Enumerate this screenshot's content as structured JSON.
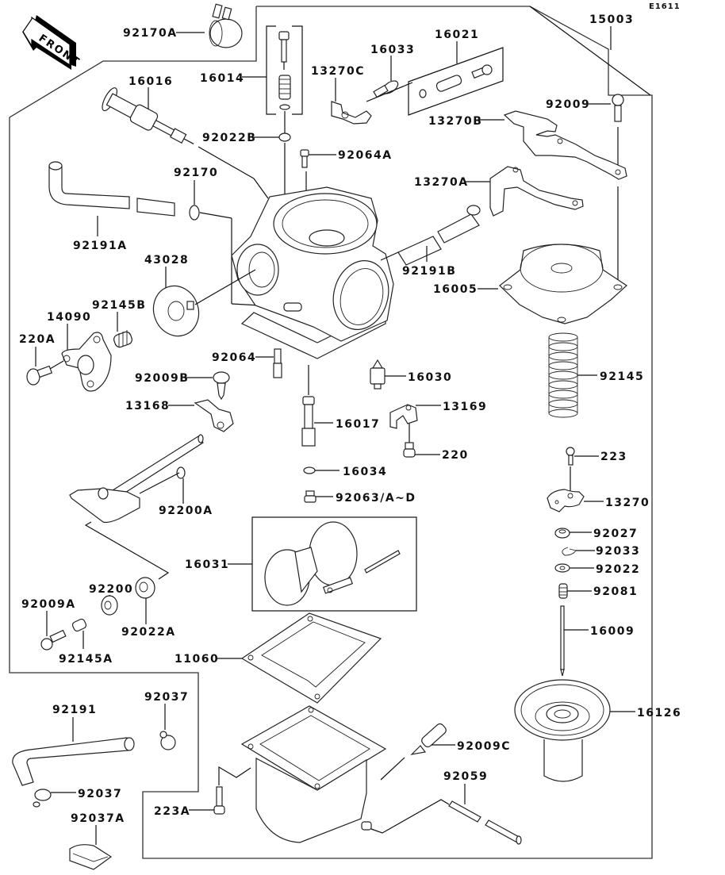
{
  "diagram": {
    "title_code": "E1611",
    "front_indicator": "FRONT",
    "assembly_label": "15003"
  },
  "labels": {
    "p92170A": "92170A",
    "p16014": "16014",
    "p16016": "16016",
    "p92022B": "92022B",
    "p13270C": "13270C",
    "p16033": "16033",
    "p16021": "16021",
    "p15003": "15003",
    "p92009": "92009",
    "p13270B": "13270B",
    "p92064A": "92064A",
    "p92170": "92170",
    "p13270A": "13270A",
    "p92191A": "92191A",
    "p43028": "43028",
    "p92191B": "92191B",
    "p16005": "16005",
    "p92145B": "92145B",
    "p14090": "14090",
    "p220A": "220A",
    "p92064": "92064",
    "p16030": "16030",
    "p92145": "92145",
    "p92009B": "92009B",
    "p13168": "13168",
    "p16017": "16017",
    "p13169": "13169",
    "p220": "220",
    "p223": "223",
    "p16034": "16034",
    "p92063": "92063/A~D",
    "p92200A": "92200A",
    "p13270": "13270",
    "p92027": "92027",
    "p92033": "92033",
    "p92022": "92022",
    "p16031": "16031",
    "p92200": "92200",
    "p92081": "92081",
    "p92009A": "92009A",
    "p92022A": "92022A",
    "p16009": "16009",
    "p92145A": "92145A",
    "p11060": "11060",
    "p92037": "92037",
    "p92191": "92191",
    "p16126": "16126",
    "p92009C": "92009C",
    "p92037b": "92037",
    "p92059": "92059",
    "p223A": "223A",
    "p92037A": "92037A"
  }
}
